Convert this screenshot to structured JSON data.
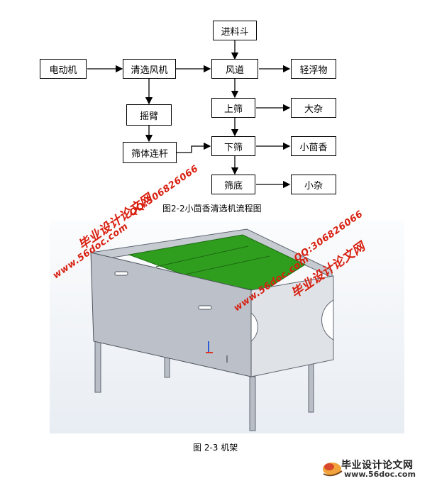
{
  "flowchart": {
    "boxes": {
      "hopper": "进料斗",
      "motor": "电动机",
      "cleaner_fan": "清选风机",
      "air_duct": "风道",
      "light_floats": "轻浮物",
      "upper_sieve": "上筛",
      "large_impurities": "大杂",
      "rocker_arm": "摇臂",
      "lower_sieve": "下筛",
      "small_fennel": "小茴香",
      "sieve_linkage": "筛体连杆",
      "sieve_bottom": "筛底",
      "small_impurities": "小杂"
    },
    "caption": "图2-2小茴香清选机流程图"
  },
  "figure": {
    "caption": "图 2-3 机架"
  },
  "watermarks": {
    "site_name": "毕业设计论文网",
    "site_url": "www.56doc.com",
    "qq": "QQ:306826066"
  },
  "logo": {
    "name": "毕业设计论文网",
    "url": "www.56doc.com"
  },
  "colors": {
    "watermark_red": "#d81f0f",
    "sieve_green": "#2f9e1e",
    "frame_gray": "#b9bec6"
  }
}
